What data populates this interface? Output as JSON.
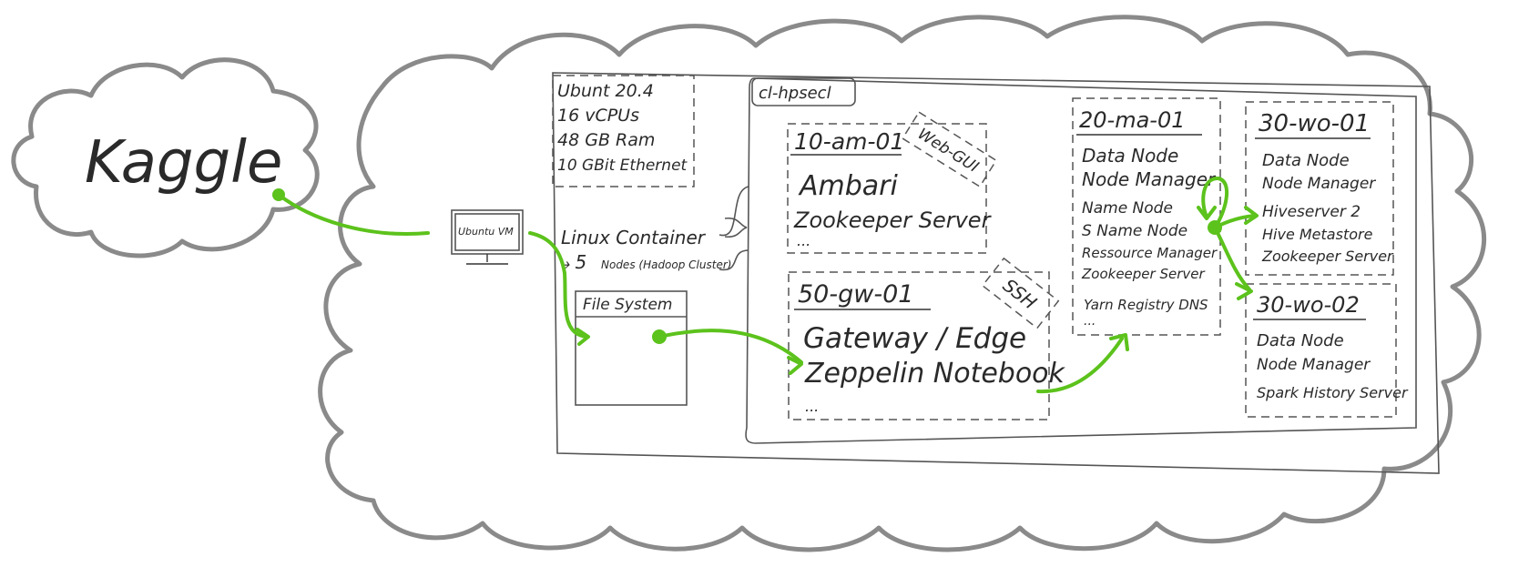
{
  "kaggle": {
    "label": "Kaggle"
  },
  "vm": {
    "monitor_label": "Ubuntu VM",
    "specs": [
      "Ubunt 20.4",
      "16 vCPUs",
      "48 GB Ram",
      "10 GBit Ethernet"
    ],
    "container_label": "Linux Container",
    "nodes_prefix": "⤷ 5",
    "nodes_label": "Nodes (Hadoop Cluster)",
    "filesystem_label": "File System"
  },
  "cluster": {
    "label": "cl-hpsecl",
    "node_am": {
      "title": "10-am-01",
      "tag": "Web-GUI",
      "lines": [
        "Ambari",
        "Zookeeper Server",
        "..."
      ]
    },
    "node_gw": {
      "title": "50-gw-01",
      "tag": "SSH",
      "lines": [
        "Gateway / Edge",
        "Zeppelin Notebook",
        "..."
      ]
    },
    "node_ma": {
      "title": "20-ma-01",
      "lines": [
        "Data Node",
        "Node Manager",
        "Name Node",
        "S Name Node",
        "Ressource Manager",
        "Zookeeper Server",
        "Yarn Registry DNS",
        "..."
      ]
    },
    "node_wo1": {
      "title": "30-wo-01",
      "lines": [
        "Data Node",
        "Node Manager",
        "Hiveserver 2",
        "Hive Metastore",
        "Zookeeper Server"
      ]
    },
    "node_wo2": {
      "title": "30-wo-02",
      "lines": [
        "Data Node",
        "Node Manager",
        "Spark History Server"
      ]
    }
  },
  "colors": {
    "arrow": "#5cc21c",
    "cloud_outline": "#8a8a8a",
    "ink": "#2a2a2a"
  }
}
